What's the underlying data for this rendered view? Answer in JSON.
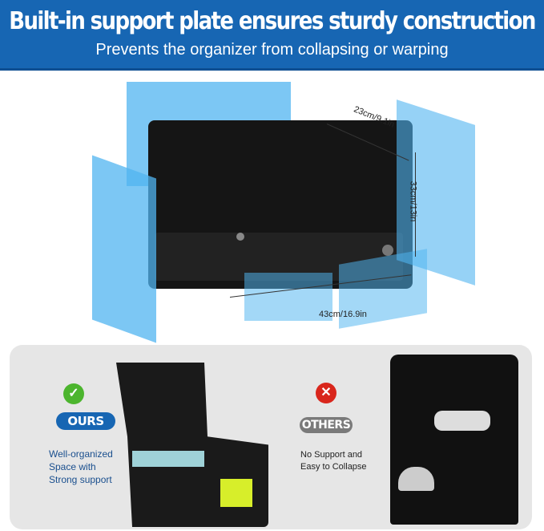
{
  "header": {
    "title": "Built-in support plate ensures sturdy construction",
    "subtitle": "Prevents the organizer from collapsing or warping"
  },
  "dimensions": {
    "depth": "23cm/9.1in",
    "height": "33cm/13in",
    "width": "43cm/16.9in"
  },
  "comparison": {
    "ours": {
      "badge": "OURS",
      "icon": "check-icon",
      "description": [
        "Well-organized",
        "Space with",
        "Strong support"
      ],
      "color": "#1766b3"
    },
    "others": {
      "badge": "OTHERS",
      "icon": "x-icon",
      "description": [
        "No Support and",
        "Easy to Collapse"
      ],
      "color": "#7a7a7a"
    }
  },
  "colors": {
    "header": "#1766b3",
    "plate": "#50b4f0",
    "check": "#4cb52e",
    "cross": "#d9261c"
  }
}
